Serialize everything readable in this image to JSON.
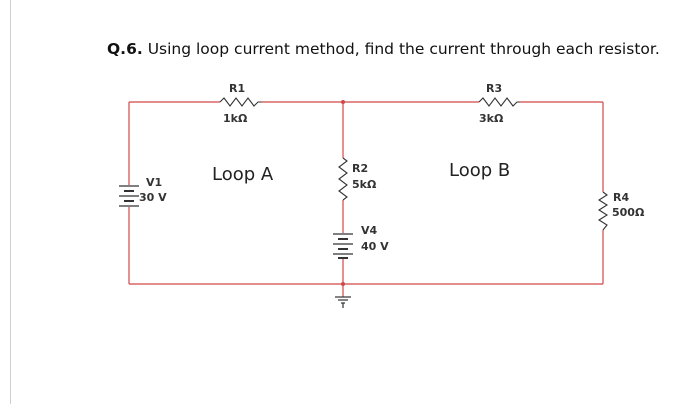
{
  "question": {
    "number": "Q.6.",
    "text": "Using loop current method, find the current through each resistor."
  },
  "circuit": {
    "wire_color": "#d04848",
    "component_color": "#333333",
    "loops": [
      "Loop A",
      "Loop B"
    ],
    "components": {
      "r1": {
        "name": "R1",
        "value": "1kΩ"
      },
      "r2": {
        "name": "R2",
        "value": "5kΩ"
      },
      "r3": {
        "name": "R3",
        "value": "3kΩ"
      },
      "r4": {
        "name": "R4",
        "value": "500Ω"
      },
      "v1": {
        "name": "V1",
        "value": "30 V"
      },
      "v4": {
        "name": "V4",
        "value": "40 V"
      }
    },
    "ground": "ground-icon"
  }
}
